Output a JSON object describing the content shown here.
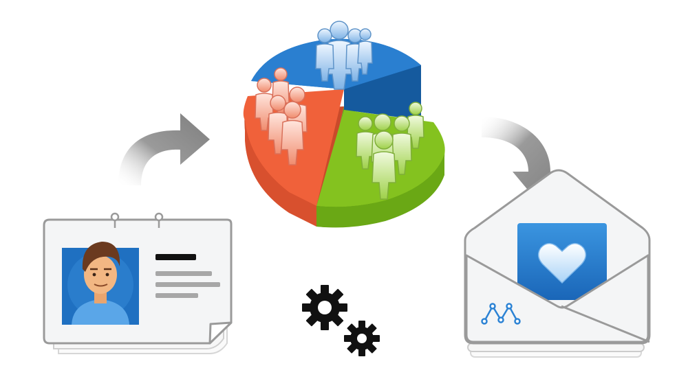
{
  "diagram": {
    "steps": [
      {
        "name": "contact-profile-card"
      },
      {
        "name": "audience-segmentation-pie"
      },
      {
        "name": "personalized-email"
      }
    ],
    "arrows": [
      {
        "from": "contact-profile-card",
        "to": "audience-segmentation-pie"
      },
      {
        "from": "audience-segmentation-pie",
        "to": "personalized-email"
      }
    ],
    "icons": [
      "user-avatar-icon",
      "people-group-icon",
      "gears-icon",
      "heart-icon",
      "brand-logo-icon"
    ],
    "colors": {
      "segment_blue": "#1f6fbf",
      "segment_orange": "#f0613a",
      "segment_green": "#84c21f",
      "arrow_gray": "#8f8f8f",
      "card_border": "#9a9a9a",
      "card_fill": "#f4f5f6",
      "accent_blue": "#2b82d4",
      "gear_black": "#111111"
    }
  }
}
